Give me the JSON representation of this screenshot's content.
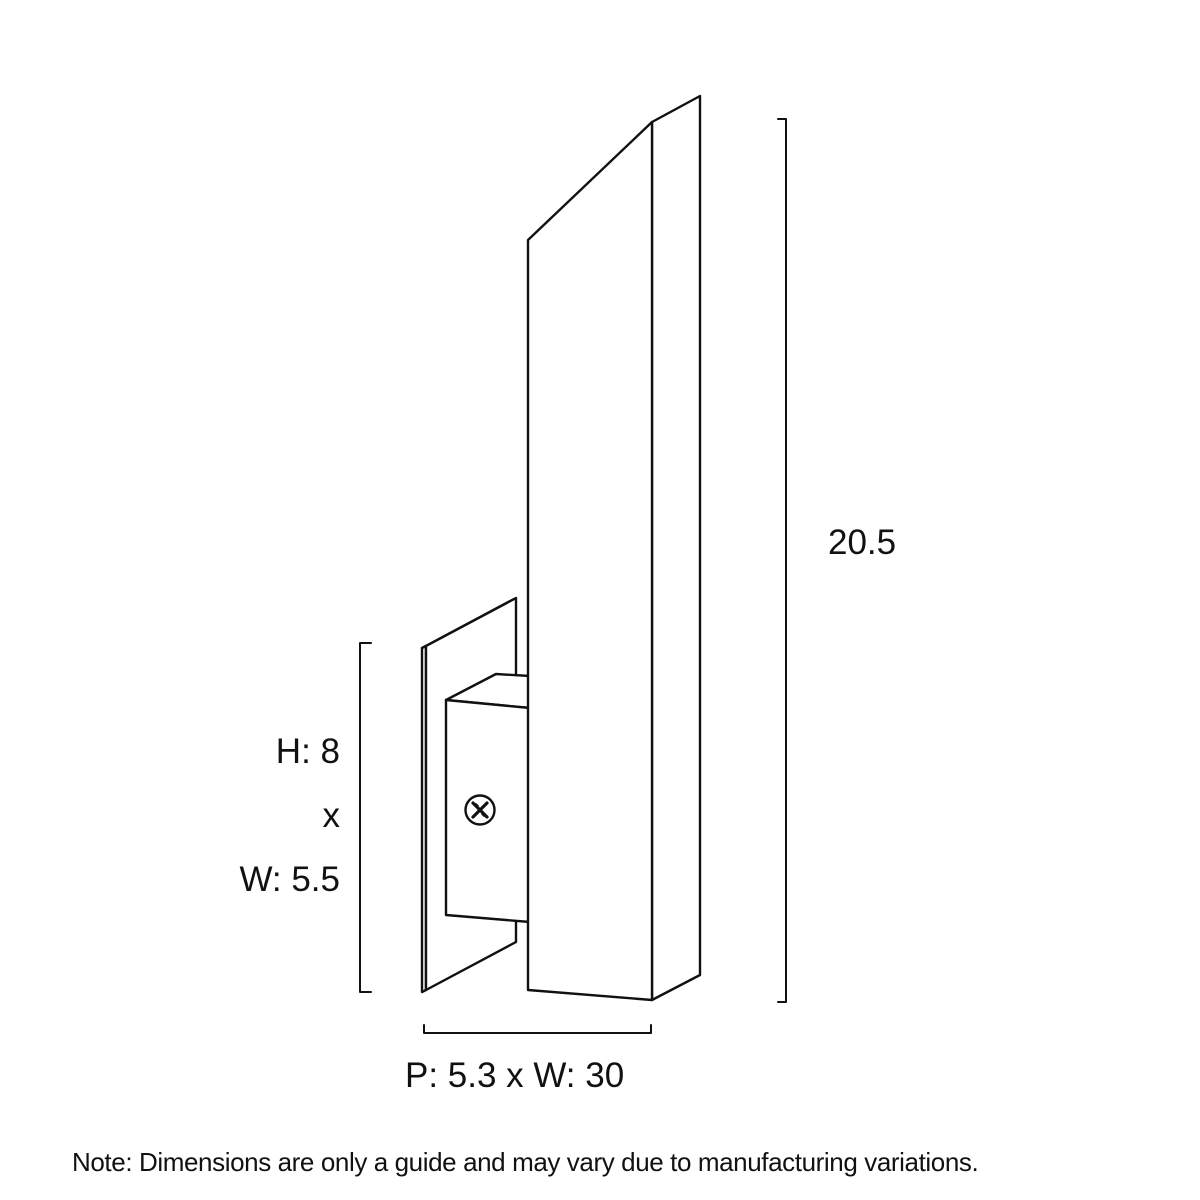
{
  "diagram": {
    "title": "Wall light dimension drawing",
    "line_color": "#111111",
    "background": "#ffffff",
    "parts": [
      {
        "name": "fixture-body",
        "description": "Tall angled-top wall light body"
      },
      {
        "name": "backplate",
        "description": "Wall mounting backplate"
      },
      {
        "name": "mounting-box",
        "description": "Mounting block connecting body to backplate"
      },
      {
        "name": "screw",
        "description": "Phillips screw on mounting box"
      }
    ],
    "dimensions": {
      "overall_height": {
        "label": "20.5"
      },
      "backplate": {
        "height_label": "H: 8",
        "separator": "x",
        "width_label": "W: 5.5"
      },
      "depth_width": {
        "label": "P: 5.3 x W: 30"
      }
    },
    "note": "Note: Dimensions are only a guide and may vary due to manufacturing variations."
  }
}
